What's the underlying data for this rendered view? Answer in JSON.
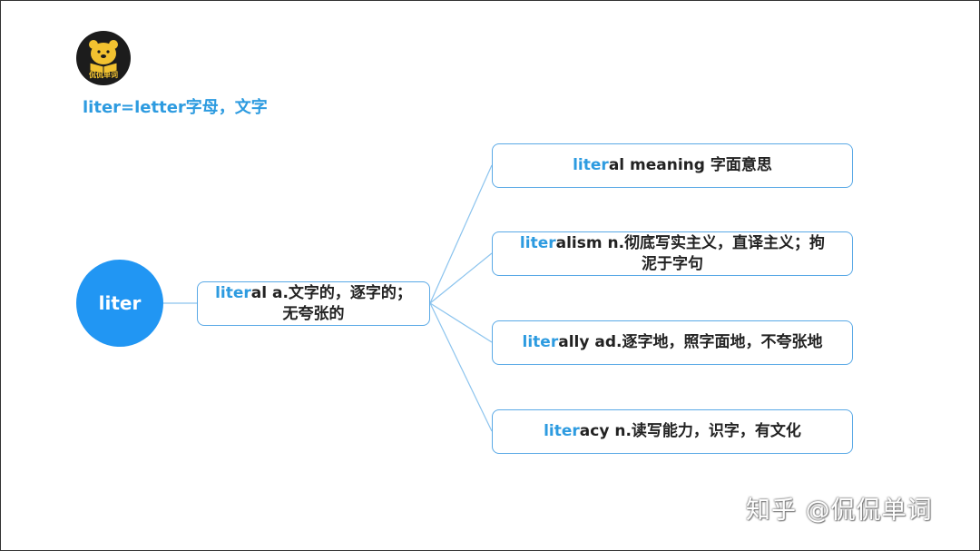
{
  "logo": {
    "icon": "bear-reading-book-icon",
    "text": "侃侃单词"
  },
  "root_note": "liter=letter字母，文字",
  "root": {
    "label": "liter"
  },
  "level1": {
    "prefix": "liter",
    "rest": "al a.文字的，逐字的；",
    "line2": "无夸张的"
  },
  "level2": [
    {
      "prefix": "liter",
      "rest": "al meaning 字面意思",
      "line2": ""
    },
    {
      "prefix": "liter",
      "rest": "alism n.彻底写实主义，直译主义；拘",
      "line2": "泥于字句"
    },
    {
      "prefix": "liter",
      "rest": "ally ad.逐字地，照字面地，不夸张地",
      "line2": ""
    },
    {
      "prefix": "liter",
      "rest": "acy n.读写能力，识字，有文化",
      "line2": ""
    }
  ],
  "watermark": "知乎 @侃侃单词",
  "colors": {
    "accent": "#2196f3",
    "highlight": "#2d9be0",
    "border": "#5aa9e6",
    "connector": "#8cc4ee"
  }
}
